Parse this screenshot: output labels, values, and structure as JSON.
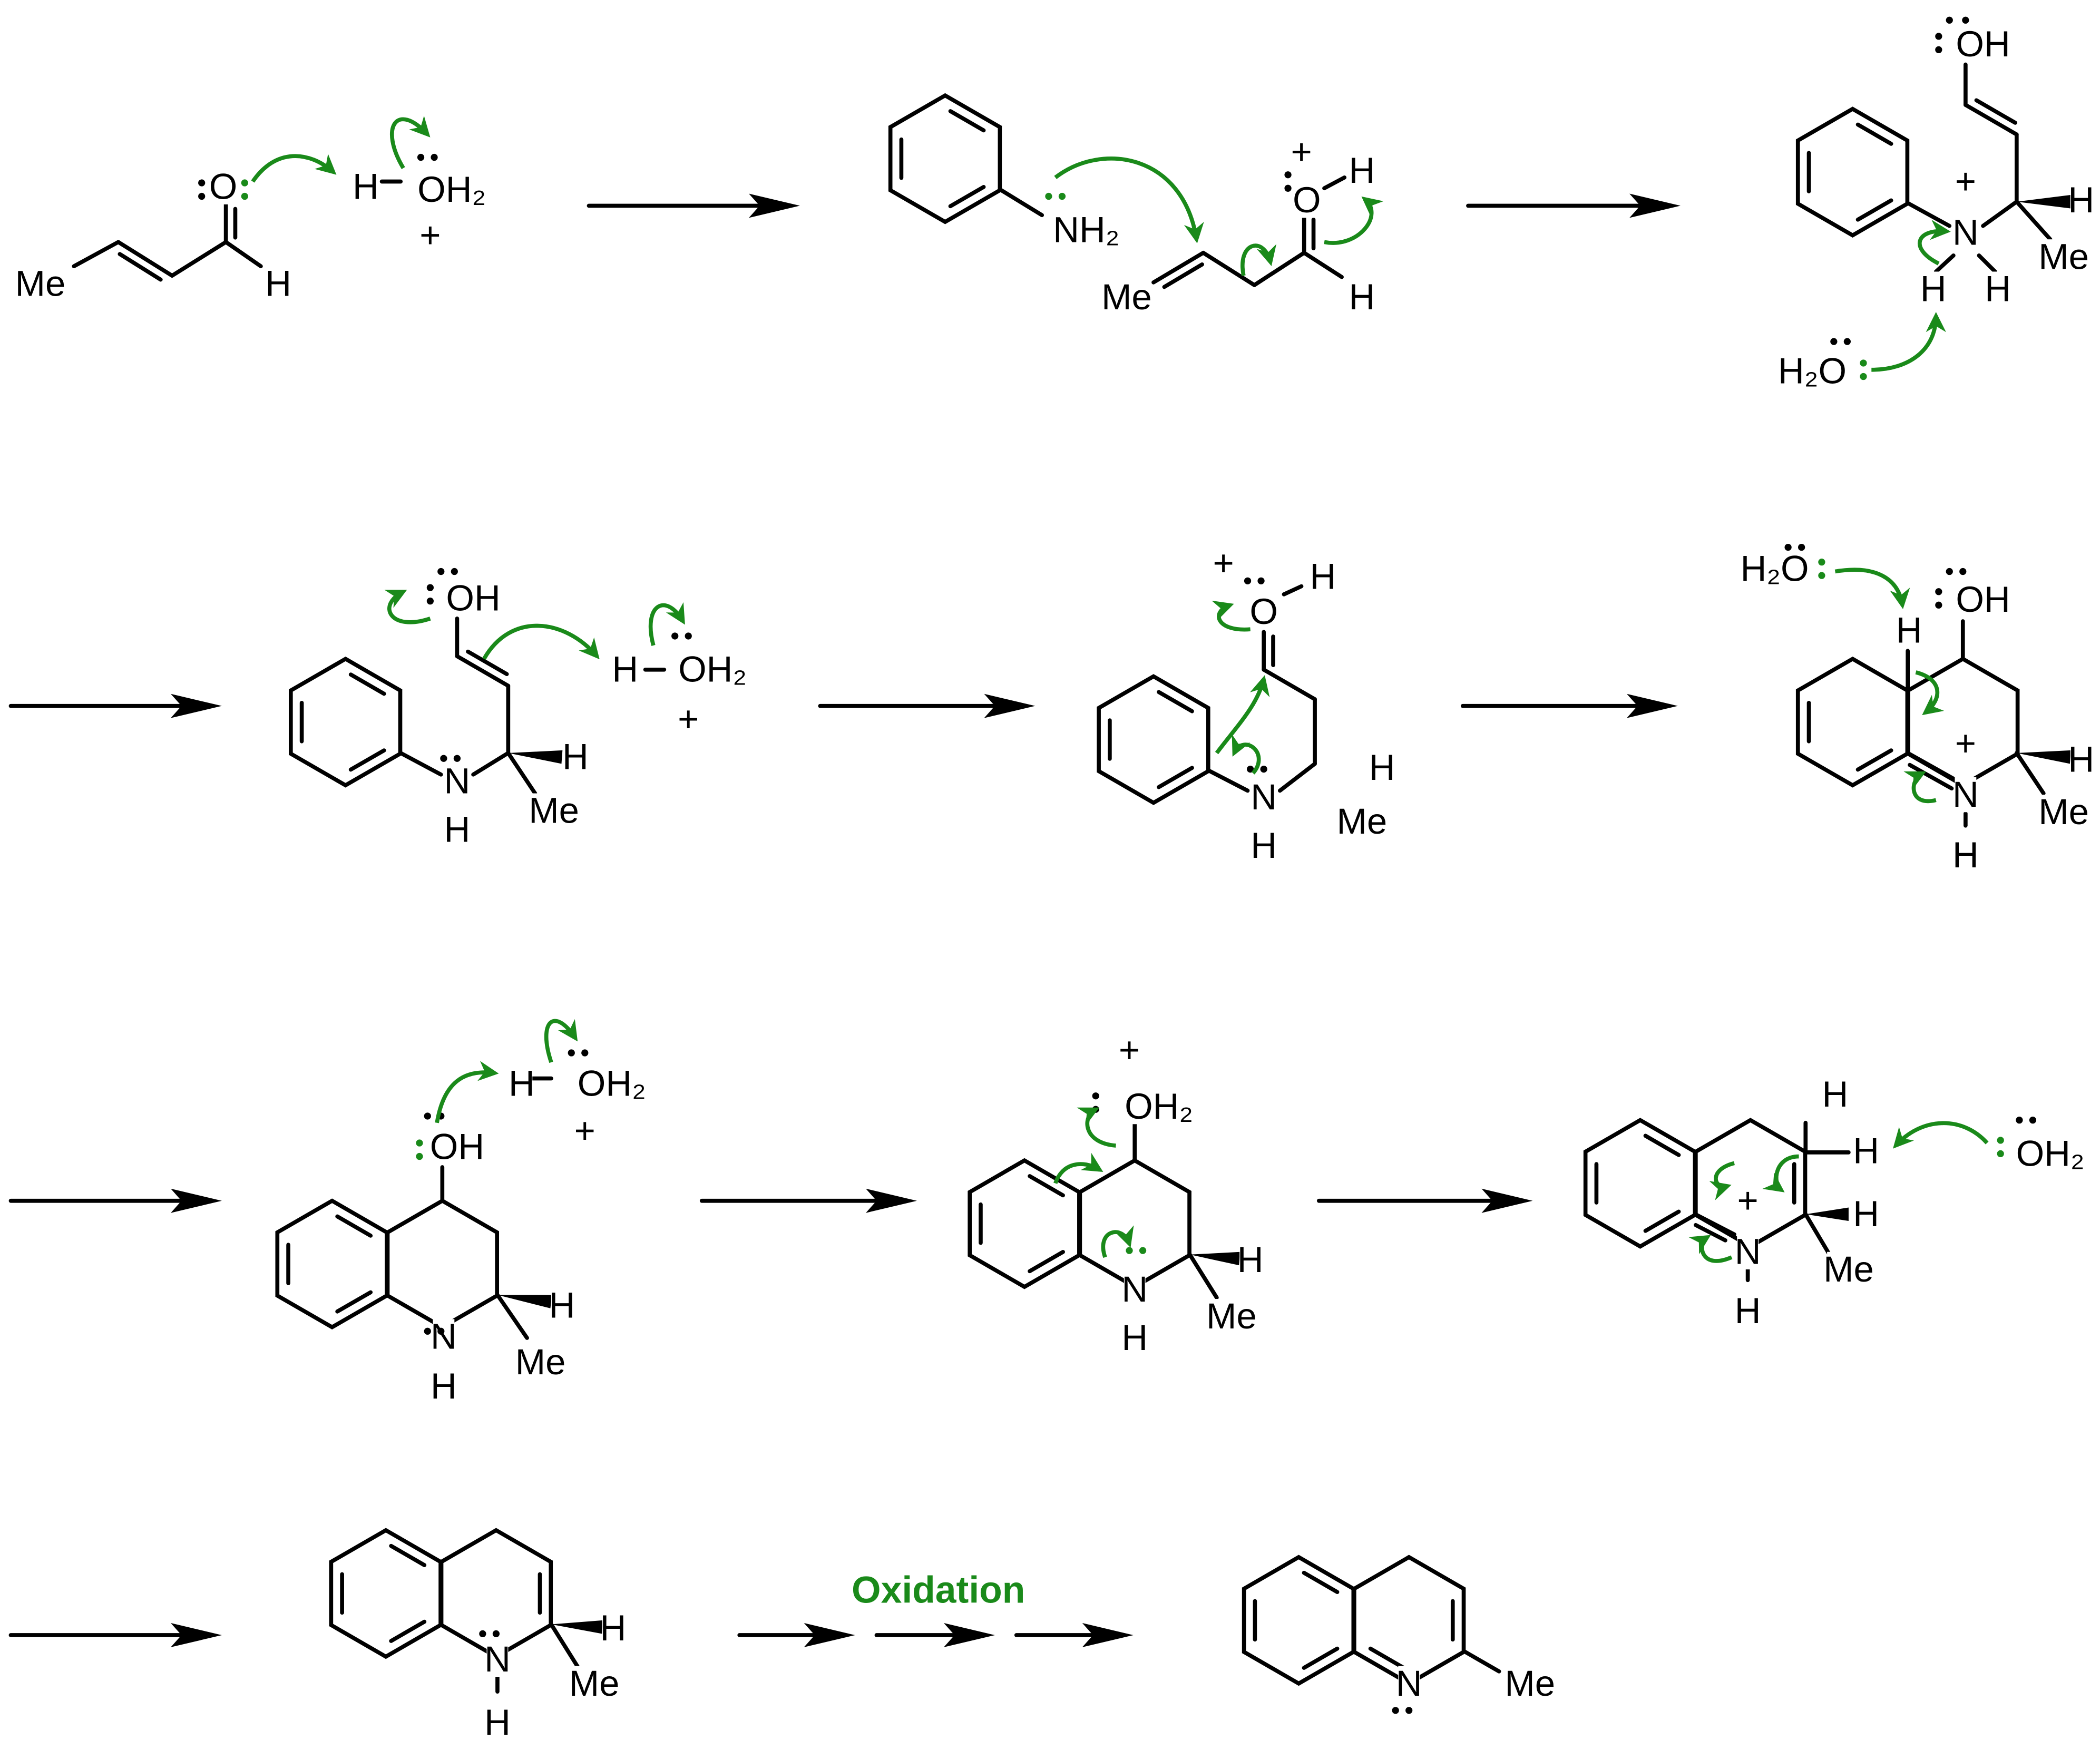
{
  "colors": {
    "mechanism_arrow": "#1a8a1a",
    "structure": "#000000",
    "condition_text": "#1a8a1a"
  },
  "condition": "Oxidation",
  "molecules": [
    {
      "name": "crotonaldehyde-protonation",
      "labels": [
        "Me",
        "O",
        "H",
        "H",
        "OH₂",
        "+"
      ]
    },
    {
      "name": "aniline-conjugate-addition",
      "labels": [
        "NH₂",
        "Me",
        "O",
        "+",
        "H",
        "H"
      ]
    },
    {
      "name": "enol-ammonium",
      "labels": [
        "OH",
        "N",
        "+",
        "H",
        "Me",
        "H",
        "H",
        "H₂O"
      ]
    },
    {
      "name": "enol-protonation",
      "labels": [
        "OH",
        "N",
        "H",
        "H",
        "Me",
        "H",
        "OH₂",
        "+"
      ]
    },
    {
      "name": "oxocarbenium-cyclization",
      "labels": [
        "O",
        "+",
        "H",
        "N",
        "H",
        "H",
        "Me"
      ]
    },
    {
      "name": "cyclized-intermediate",
      "labels": [
        "H₂O",
        "OH",
        "H",
        "N",
        "+",
        "H",
        "H",
        "Me"
      ]
    },
    {
      "name": "tetrahydroquinolinol",
      "labels": [
        "OH",
        "N",
        "H",
        "H",
        "Me",
        "H",
        "OH₂",
        "+"
      ]
    },
    {
      "name": "protonated-alcohol",
      "labels": [
        "OH₂",
        "+",
        "N",
        "H",
        "H",
        "Me"
      ]
    },
    {
      "name": "iminium-deprotonation",
      "labels": [
        "H",
        "H",
        "H",
        "Me",
        "N",
        "+",
        "H",
        "OH₂"
      ]
    },
    {
      "name": "dihydroquinoline",
      "labels": [
        "N",
        "H",
        "H",
        "Me"
      ]
    },
    {
      "name": "2-methylquinoline",
      "labels": [
        "N",
        "Me"
      ]
    }
  ]
}
